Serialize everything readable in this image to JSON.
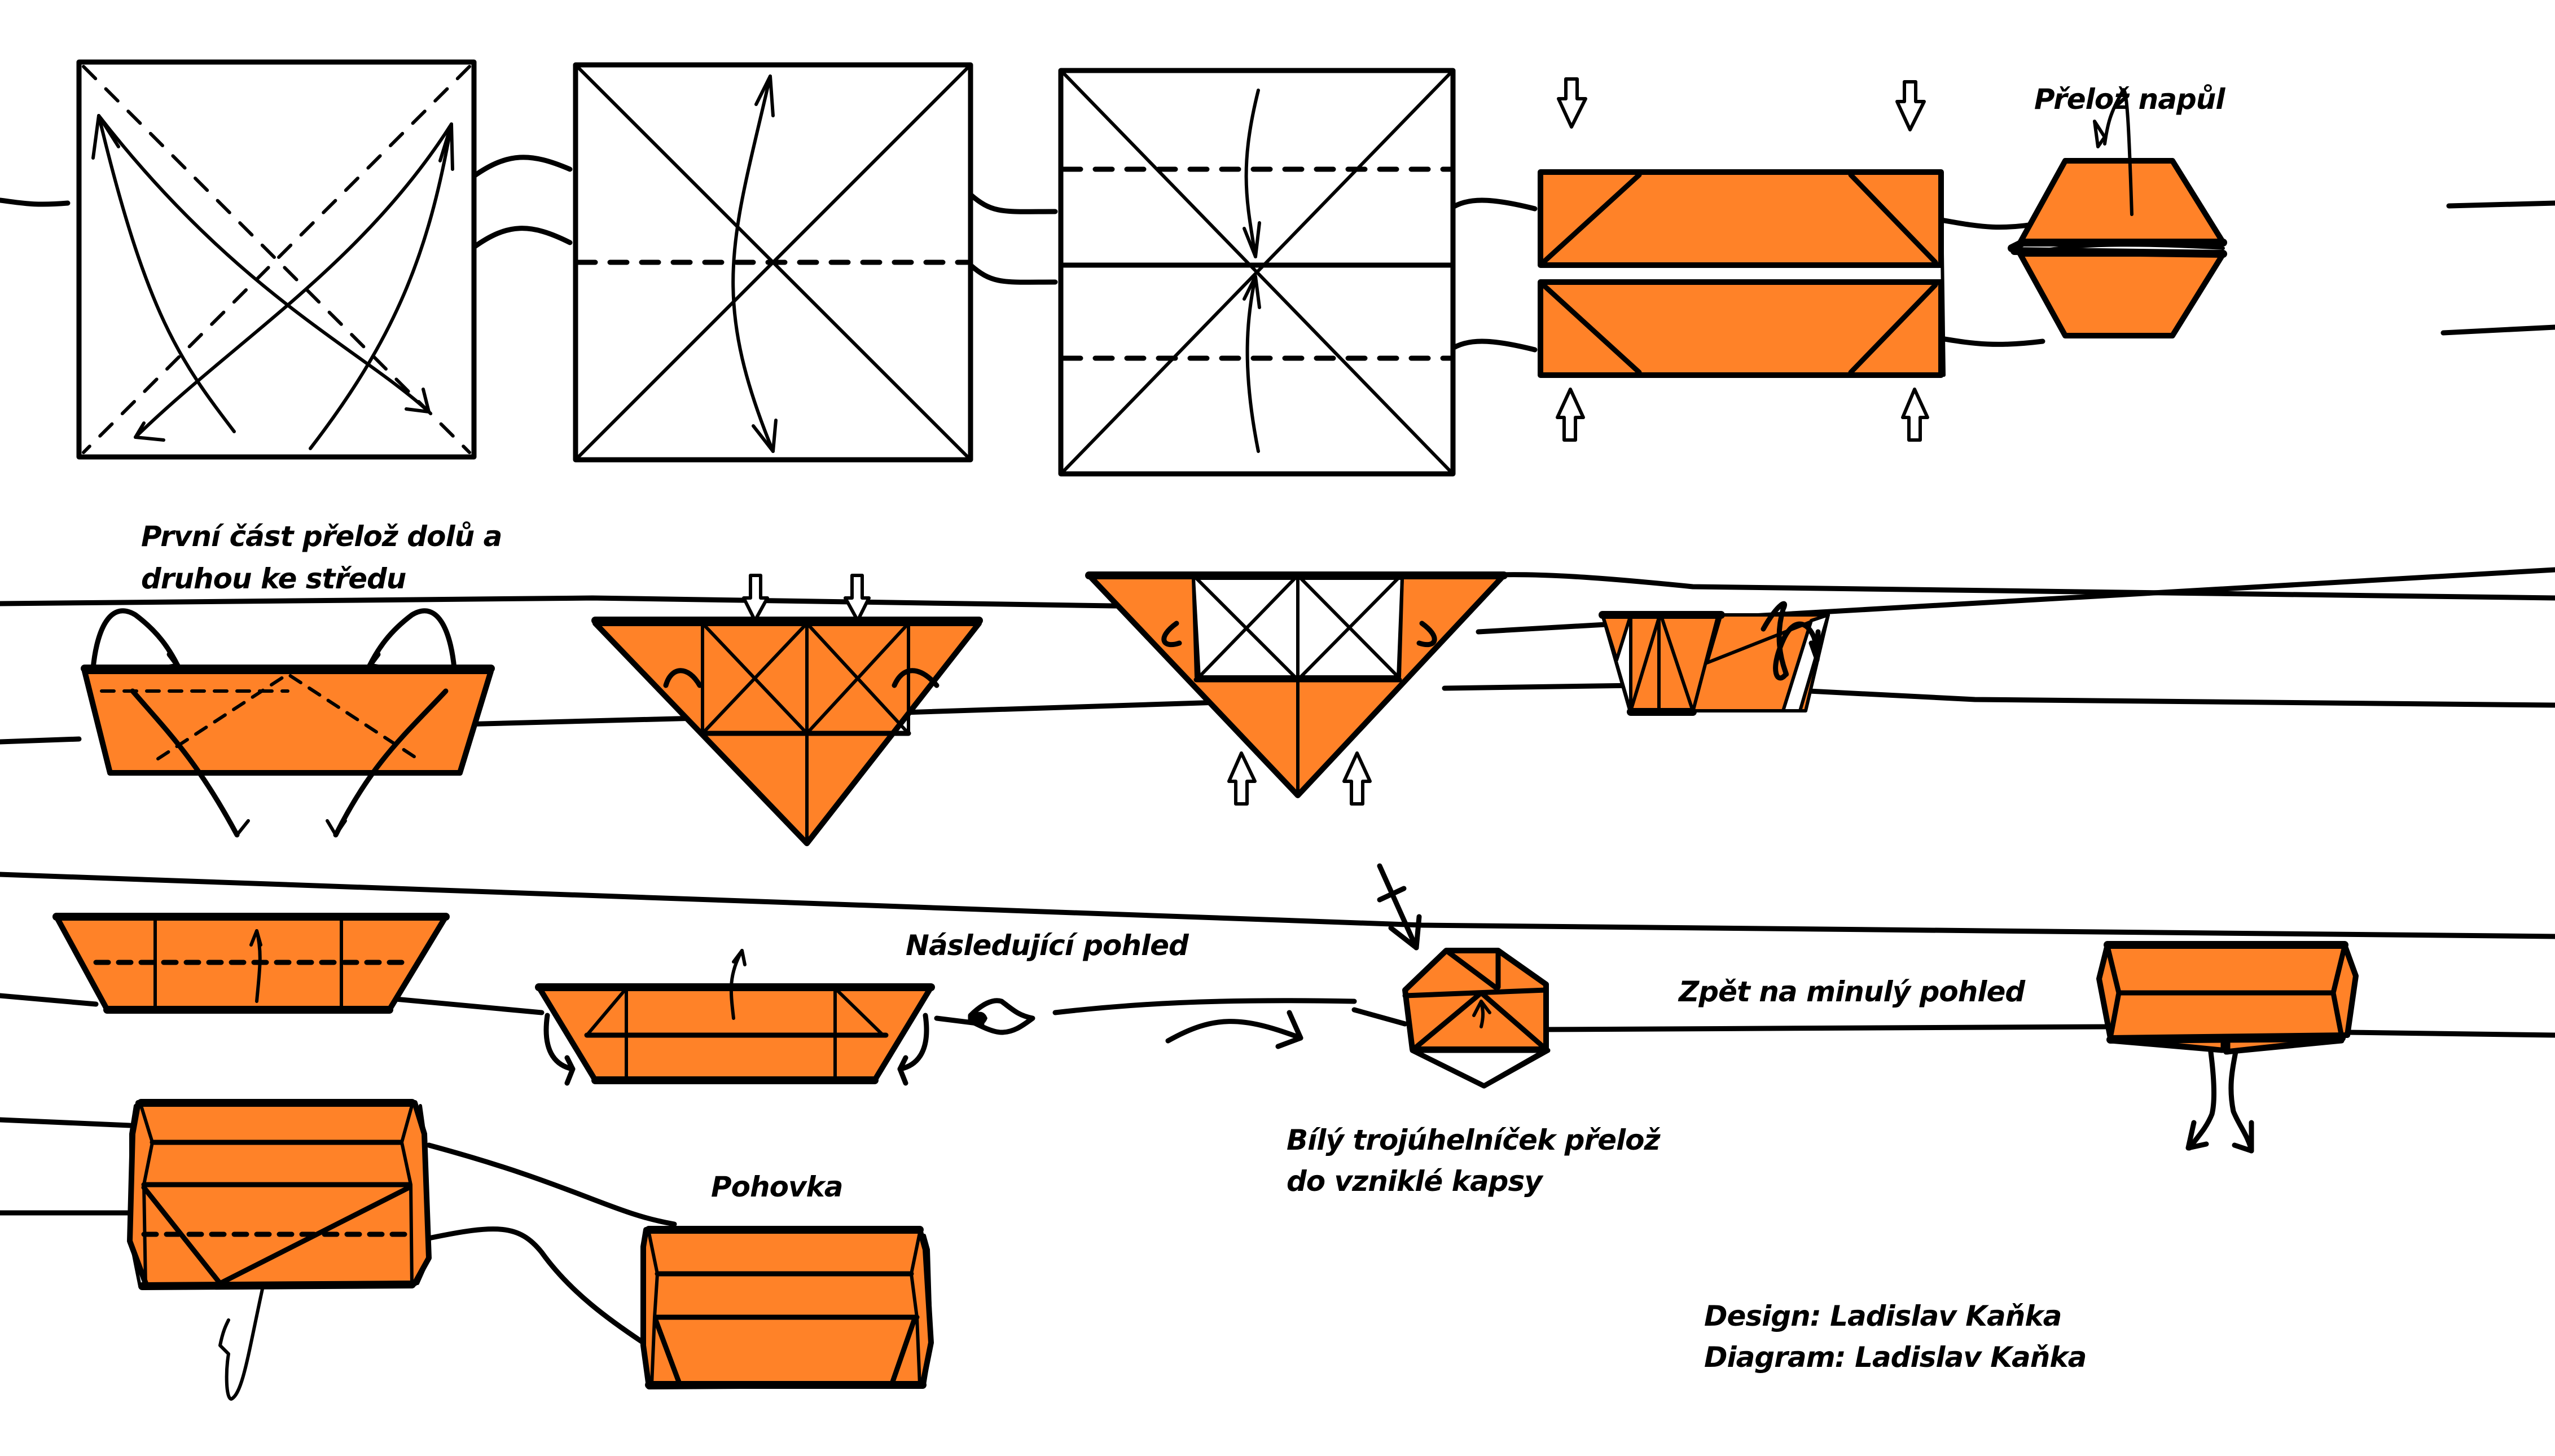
{
  "diagram": {
    "title": "Pohovka",
    "paper_color": "#FF8228",
    "line_color": "#000000",
    "background": "#FFFFFF",
    "steps": [
      {
        "id": 1,
        "description": "square-diagonal-creases"
      },
      {
        "id": 2,
        "description": "square-horizontal-crease"
      },
      {
        "id": 3,
        "description": "square-fold-edges-to-center"
      },
      {
        "id": 4,
        "description": "orange-two-strips-squash"
      },
      {
        "id": 5,
        "description": "hexagon-fold-in-half"
      },
      {
        "id": 6,
        "description": "trapezoid-fold-parts"
      },
      {
        "id": 7,
        "description": "triangle-squash-folds"
      },
      {
        "id": 8,
        "description": "triangle-with-white-center"
      },
      {
        "id": 9,
        "description": "trapezoid-with-white-flaps"
      },
      {
        "id": 10,
        "description": "turn-over-symbol"
      },
      {
        "id": 11,
        "description": "trapezoid-fold-up"
      },
      {
        "id": 12,
        "description": "trapezoid-fold-sides"
      },
      {
        "id": 13,
        "description": "octagon-side-view"
      },
      {
        "id": 14,
        "description": "box-open-flaps"
      },
      {
        "id": 15,
        "description": "tall-box-fold-under"
      },
      {
        "id": 16,
        "description": "finished-sofa"
      }
    ]
  },
  "labels": {
    "fold_in_half": "Přelož napůl",
    "first_part_line1": "První část přelož dolů a",
    "first_part_line2": "druhou ke středu",
    "next_view": "Následující pohled",
    "back_to_previous_view": "Zpět na minulý pohled",
    "white_triangle_line1": "Bílý trojúhelníček přelož",
    "white_triangle_line2": "do vzniklé kapsy",
    "result_name": "Pohovka",
    "design_credit": "Design: Ladislav Kaňka",
    "diagram_credit": "Diagram: Ladislav Kaňka"
  },
  "icons": {
    "eye": "eye-icon",
    "turn_over": "turn-over-icon",
    "push_arrow": "hollow-push-arrow-icon",
    "valley_fold_arrow": "fold-arrow-icon"
  }
}
